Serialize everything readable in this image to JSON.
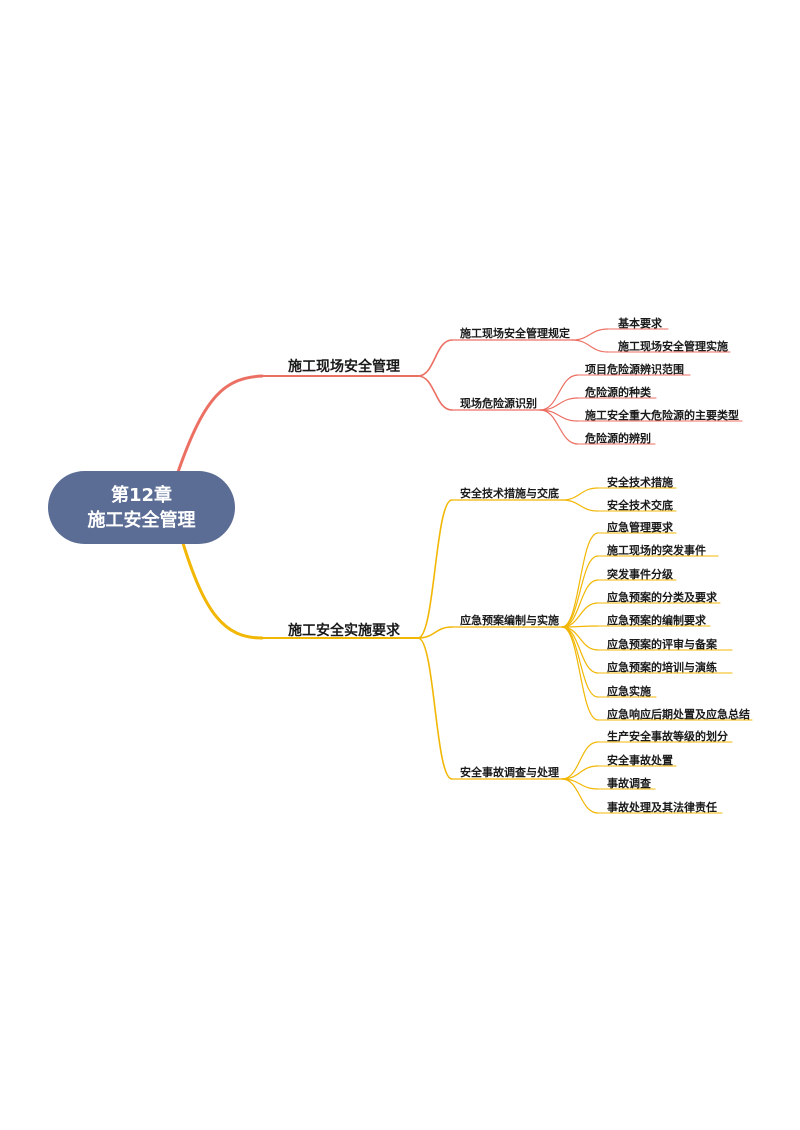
{
  "root": {
    "line1": "第12章",
    "line2": "施工安全管理"
  },
  "colors": {
    "root_fill": "#5c6d95",
    "branch_red": "#ec6f63",
    "branch_yellow": "#f2b705",
    "text": "#1a1a1a"
  },
  "branches": [
    {
      "label": "施工现场安全管理",
      "children": [
        {
          "label": "施工现场安全管理规定",
          "children": [
            "基本要求",
            "施工现场安全管理实施"
          ]
        },
        {
          "label": "现场危险源识别",
          "children": [
            "项目危险源辨识范围",
            "危险源的种类",
            "施工安全重大危险源的主要类型",
            "危险源的辨别"
          ]
        }
      ]
    },
    {
      "label": "施工安全实施要求",
      "children": [
        {
          "label": "安全技术措施与交底",
          "children": [
            "安全技术措施",
            "安全技术交底"
          ]
        },
        {
          "label": "应急预案编制与实施",
          "children": [
            "应急管理要求",
            "施工现场的突发事件",
            "突发事件分级",
            "应急预案的分类及要求",
            "应急预案的编制要求",
            "应急预案的评审与备案",
            "应急预案的培训与演练",
            "应急实施",
            "应急响应后期处置及应急总结"
          ]
        },
        {
          "label": "安全事故调查与处理",
          "children": [
            "生产安全事故等级的划分",
            "安全事故处置",
            "事故调查",
            "事故处理及其法律责任"
          ]
        }
      ]
    }
  ]
}
